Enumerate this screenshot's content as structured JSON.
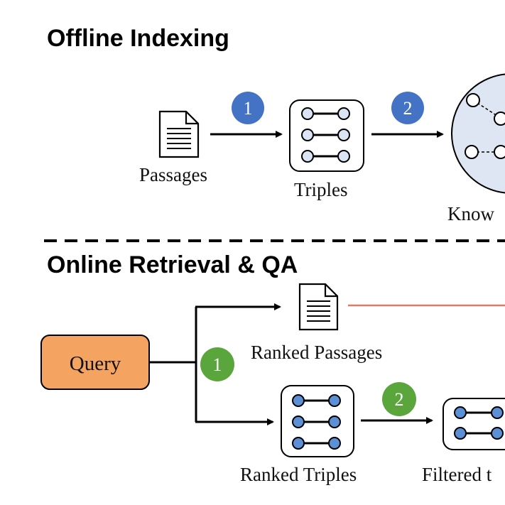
{
  "offline": {
    "title": "Offline Indexing",
    "passages_label": "Passages",
    "triples_label": "Triples",
    "kg_label": "Know",
    "step1": "1",
    "step2": "2"
  },
  "online": {
    "title": "Online Retrieval & QA",
    "query_label": "Query",
    "ranked_passages_label": "Ranked Passages",
    "ranked_triples_label": "Ranked Triples",
    "filtered_label": "Filtered t",
    "step1": "1",
    "step2": "2"
  },
  "colors": {
    "step_offline": "#4472c4",
    "step_online": "#5aa63c",
    "query_fill": "#f4a460",
    "node_fill": "#dbe4f4",
    "node_fill_dark": "#5b8fd6",
    "kg_fill": "#dfe6f3",
    "red_line": "#e07a63"
  },
  "icons": {
    "document": "document-icon",
    "triples": "triples-icon",
    "knowledge_graph": "knowledge-graph-icon"
  }
}
